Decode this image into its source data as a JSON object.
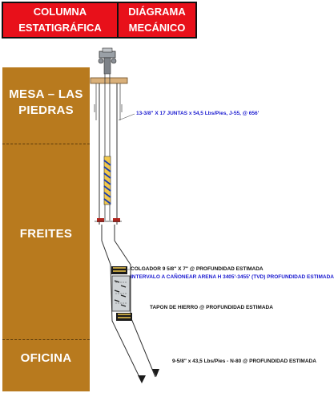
{
  "header": {
    "left_title": "COLUMNA\nESTATIGRÁFICA",
    "right_title": "DIÁGRAMA\nMECÁNICO"
  },
  "formations": [
    {
      "name": "MESA – LAS\nPIEDRAS"
    },
    {
      "name": "FREITES"
    },
    {
      "name": "OFICINA"
    }
  ],
  "annotations": {
    "casing_surface": "13-3/8\" X 17 JUNTAS  x 54,5 Lbs/Pies, J-55,  @ 656'",
    "hanger": "COLGADOR  9 5/8\" X 7\" @  PROFUNDIDAD ESTIMADA",
    "perforation": "INTERVALO A CAÑONEAR  ARENA H  3405'-3455' (TVD)  PROFUNDIDAD ESTIMADA",
    "plug": "TAPON DE HIERRO  @ PROFUNDIDAD ESTIMADA",
    "casing_production": "9-5/8\" x 43,5 Lbs/Pies - N-80  @ PROFUNDIDAD ESTIMADA"
  },
  "colors": {
    "header_bg": "#e8101a",
    "strat_bg": "#b87a1e",
    "annotation_blue": "#1a1ad0",
    "annotation_black": "#111111"
  }
}
